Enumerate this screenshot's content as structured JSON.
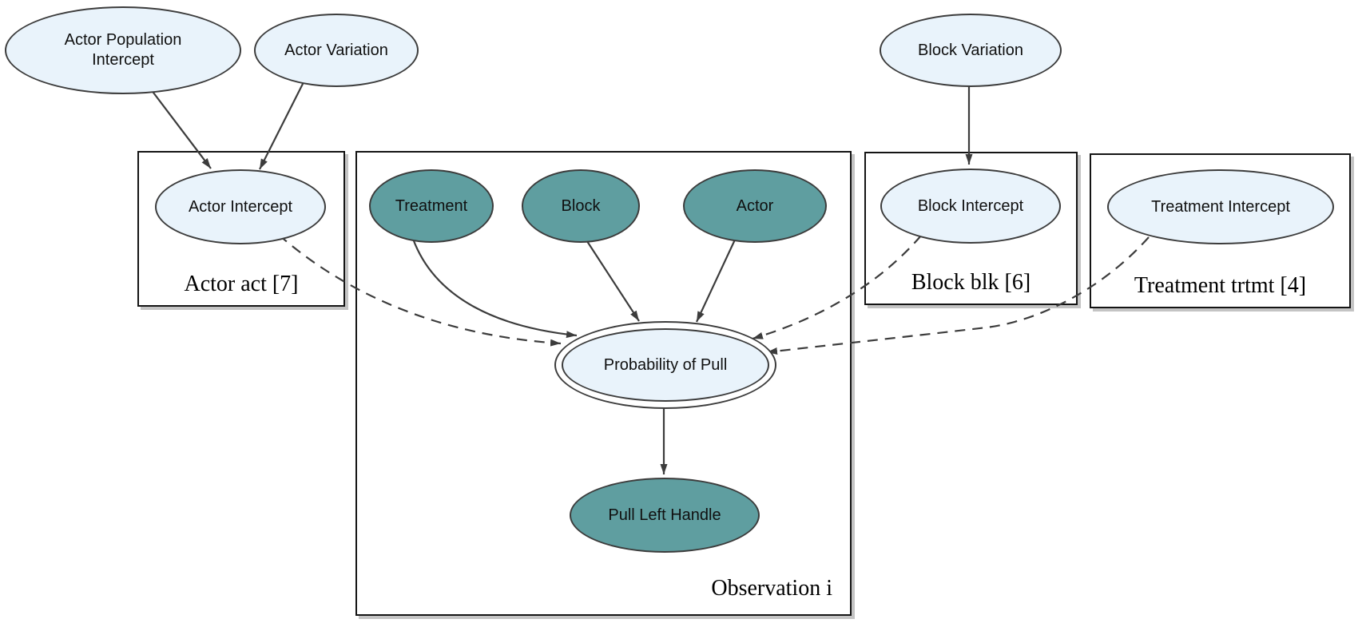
{
  "diagram": {
    "type": "graphical-model-plate-notation",
    "nodes": {
      "actor_pop_intercept": {
        "label": "Actor Population Intercept",
        "kind": "latent",
        "shape": "ellipse"
      },
      "actor_variation": {
        "label": "Actor Variation",
        "kind": "latent",
        "shape": "ellipse"
      },
      "block_variation": {
        "label": "Block Variation",
        "kind": "latent",
        "shape": "ellipse"
      },
      "actor_intercept": {
        "label": "Actor Intercept",
        "kind": "latent",
        "shape": "ellipse"
      },
      "treatment": {
        "label": "Treatment",
        "kind": "observed",
        "shape": "ellipse"
      },
      "block": {
        "label": "Block",
        "kind": "observed",
        "shape": "ellipse"
      },
      "actor": {
        "label": "Actor",
        "kind": "observed",
        "shape": "ellipse"
      },
      "block_intercept": {
        "label": "Block Intercept",
        "kind": "latent",
        "shape": "ellipse"
      },
      "treatment_intercept": {
        "label": "Treatment Intercept",
        "kind": "latent",
        "shape": "ellipse"
      },
      "probability_of_pull": {
        "label": "Probability of Pull",
        "kind": "latent",
        "shape": "double-ellipse"
      },
      "pull_left_handle": {
        "label": "Pull Left Handle",
        "kind": "observed",
        "shape": "ellipse"
      }
    },
    "plates": {
      "actor_plate": {
        "label": "Actor act [7]"
      },
      "observation_plate": {
        "label": "Observation i"
      },
      "block_plate": {
        "label": "Block blk [6]"
      },
      "treatment_plate": {
        "label": "Treatment trtmt [4]"
      }
    },
    "edges": [
      {
        "from": "actor_pop_intercept",
        "to": "actor_intercept",
        "style": "solid"
      },
      {
        "from": "actor_variation",
        "to": "actor_intercept",
        "style": "solid"
      },
      {
        "from": "block_variation",
        "to": "block_intercept",
        "style": "solid"
      },
      {
        "from": "treatment",
        "to": "probability_of_pull",
        "style": "solid"
      },
      {
        "from": "block",
        "to": "probability_of_pull",
        "style": "solid"
      },
      {
        "from": "actor",
        "to": "probability_of_pull",
        "style": "solid"
      },
      {
        "from": "actor_intercept",
        "to": "probability_of_pull",
        "style": "dashed"
      },
      {
        "from": "block_intercept",
        "to": "probability_of_pull",
        "style": "dashed"
      },
      {
        "from": "treatment_intercept",
        "to": "probability_of_pull",
        "style": "dashed"
      },
      {
        "from": "probability_of_pull",
        "to": "pull_left_handle",
        "style": "solid"
      }
    ]
  },
  "colors": {
    "observed_fill": "#5F9EA0",
    "latent_fill": "#E9F3FB",
    "node_stroke": "#3C3C3C",
    "edge_stroke": "#3C3C3C",
    "plate_border": "#141414",
    "background": "#FFFFFF"
  }
}
